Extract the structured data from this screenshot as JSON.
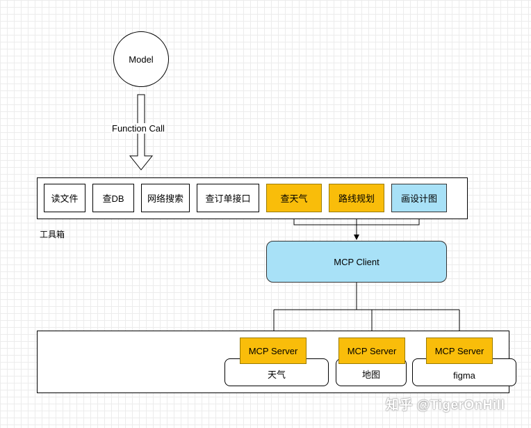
{
  "model": {
    "label": "Model"
  },
  "function_call": {
    "label": "Function Call"
  },
  "toolbox": {
    "label": "工具箱",
    "tools": [
      {
        "label": "读文件",
        "style": "plain"
      },
      {
        "label": "查DB",
        "style": "plain"
      },
      {
        "label": "网络搜索",
        "style": "plain"
      },
      {
        "label": "查订单接口",
        "style": "plain"
      },
      {
        "label": "查天气",
        "style": "orange"
      },
      {
        "label": "路线规划",
        "style": "orange"
      },
      {
        "label": "画设计图",
        "style": "blue"
      }
    ]
  },
  "mcp_client": {
    "label": "MCP Client"
  },
  "servers": [
    {
      "label": "MCP Server",
      "service": "天气"
    },
    {
      "label": "MCP Server",
      "service": "地图"
    },
    {
      "label": "MCP Server",
      "service": "figma"
    }
  ],
  "colors": {
    "orange": "#f9bd0a",
    "blue": "#a8e1f7",
    "client": "#a8e1f7"
  },
  "watermark": "知乎 @TigerOnHill"
}
